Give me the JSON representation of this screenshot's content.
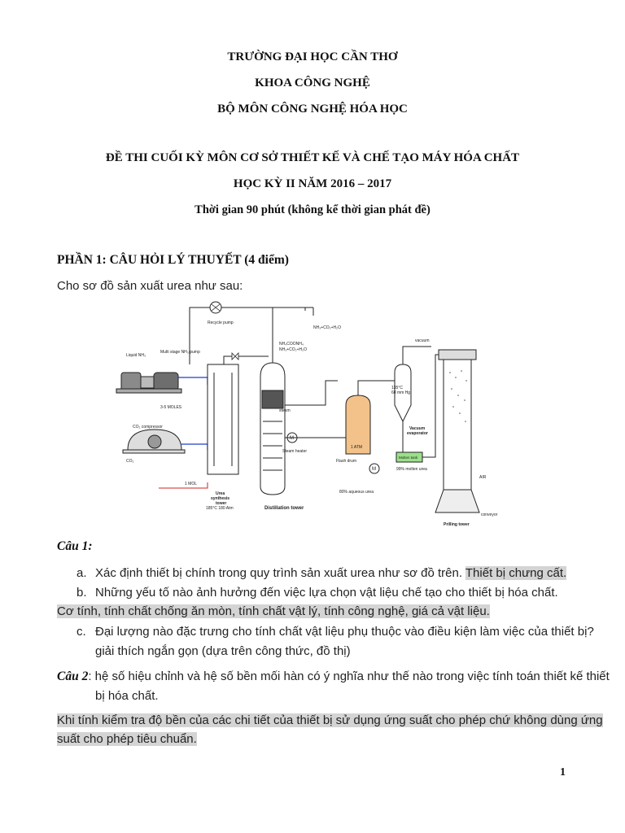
{
  "header": {
    "university": "TRƯỜNG ĐẠI HỌC CẦN THƠ",
    "faculty": "KHOA CÔNG NGHỆ",
    "department": "BỘ MÔN CÔNG NGHỆ HÓA HỌC"
  },
  "exam": {
    "title": "ĐỀ THI CUỐI KỲ MÔN CƠ SỞ THIẾT KẾ VÀ CHẾ TẠO MÁY HÓA CHẤT",
    "semester": "HỌC KỲ II NĂM 2016 – 2017",
    "duration": "Thời gian 90 phút (không kể thời gian phát đề)"
  },
  "part1": {
    "heading": "PHẦN 1: CÂU HỎI LÝ THUYẾT (4 điểm)",
    "intro": "Cho sơ đồ sản xuất urea như sau:"
  },
  "diagram": {
    "labels": {
      "recycle_pump": "Recycle pump",
      "nh3_co2_h2o_top": "NH₃+CO₂+H₂O",
      "liquid_nh3": "Liquid NH₃",
      "multistage_pump": "Multi stage NH₃ pump",
      "carbamate": "NH₄COONH₄",
      "carbamate2": "NH₃+CO₂+H₂O",
      "moles": "3-5 MOLES",
      "co2_compressor": "CO₂ compressor",
      "co2": "CO₂",
      "one_mol": "1 MOL",
      "urea_tower_1": "Urea",
      "urea_tower_2": "synthesis",
      "urea_tower_3": "tower",
      "urea_tower_4": "185°C 180 Atm",
      "steam": "steam",
      "steam_heater": "Steam heater",
      "distillation_tower": "Distillation tower",
      "one_atm": "1 ATM",
      "flash_drum": "Flash drum",
      "aqueous_urea": "80% aqueous urea",
      "vacuum": "vacuum",
      "evap_temp": "135°C",
      "evap_pressure": "60 mm Hg",
      "vacuum_evaporator_1": "Vacuum",
      "vacuum_evaporator_2": "evaporator",
      "molten_tank": "Molten tank",
      "molten_urea": "99% molten urea",
      "air": "AIR",
      "conveyor": "conveyor",
      "prilling_tower": "Prilling tower"
    }
  },
  "question1": {
    "label": "Câu 1:",
    "a_marker": "a.",
    "a_text": "Xác định thiết bị chính trong quy trình sản xuất urea như sơ đồ trên.",
    "a_answer": "Thiết bị chưng cất.",
    "b_marker": "b.",
    "b_text": "Những yếu tố nào ảnh hưởng đến việc lựa chọn vật liệu chế tạo cho thiết bị hóa chất.",
    "b_answer": "Cơ tính, tính chất chống ăn mòn, tính chất vật lý, tính công nghệ, giá cả vật liệu.",
    "c_marker": "c.",
    "c_text_1": "Đại lượng nào đặc trưng cho tính chất vật liệu phụ thuộc vào điều kiện làm việc của thiết bị?",
    "c_text_2": "giải thích ngắn gọn (dựa trên công thức, đồ thị)"
  },
  "question2": {
    "label": "Câu 2",
    "text_1": ": hệ số hiệu chỉnh và hệ số bền mối hàn có ý nghĩa như thế nào trong việc tính toán thiết kế thiết",
    "text_2": "bị hóa chất.",
    "answer_1": "Khi tính kiểm tra độ bền của các chi tiết của thiết bị sử dụng ứng suất cho phép chứ không dùng ứng",
    "answer_2": "suất cho phép tiêu chuẩn."
  },
  "page_number": "1",
  "colors": {
    "highlight": "#d4d4d4",
    "co2_line": "#d62020",
    "nh3_line": "#1e3fd0",
    "flash_drum": "#f2c28a"
  }
}
